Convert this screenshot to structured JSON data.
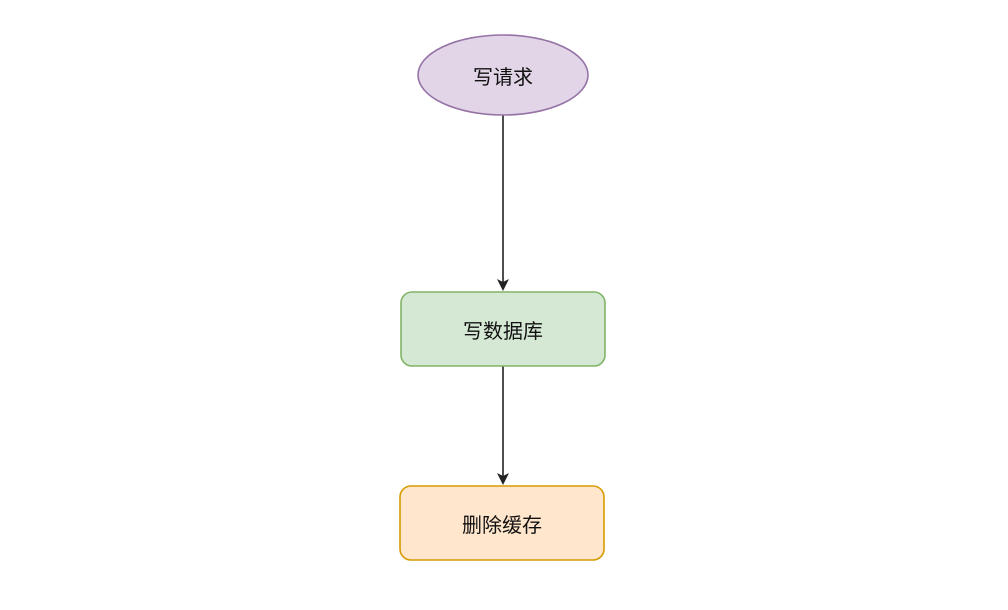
{
  "nodes": {
    "write_request": {
      "label": "写请求",
      "fill": "#e1d5e7",
      "stroke": "#9673a6",
      "shape": "ellipse"
    },
    "write_database": {
      "label": "写数据库",
      "fill": "#d5e8d4",
      "stroke": "#82b366",
      "shape": "rounded-rectangle"
    },
    "delete_cache": {
      "label": "删除缓存",
      "fill": "#ffe6cc",
      "stroke": "#d79b00",
      "shape": "rounded-rectangle"
    }
  },
  "edges": [
    {
      "from": "write_request",
      "to": "write_database"
    },
    {
      "from": "write_database",
      "to": "delete_cache"
    }
  ],
  "edge_color": "#222222"
}
